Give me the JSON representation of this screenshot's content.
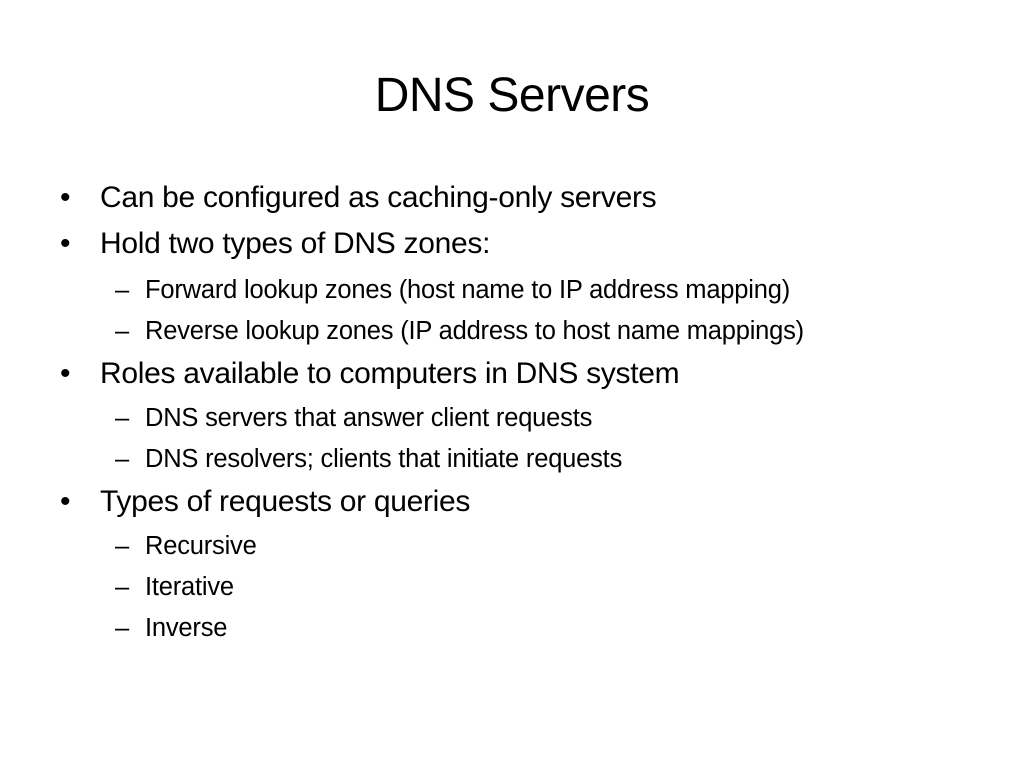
{
  "slide": {
    "title": "DNS Servers",
    "bullet_marker": "•",
    "sub_marker": "–",
    "items": [
      {
        "level": 1,
        "text": "Can be configured as caching-only servers"
      },
      {
        "level": 1,
        "text": "Hold two types of DNS zones:"
      },
      {
        "level": 2,
        "text": "Forward lookup zones (host name to IP address mapping)"
      },
      {
        "level": 2,
        "text": "Reverse lookup zones (IP address to host name mappings)"
      },
      {
        "level": 1,
        "text": "Roles available to computers in DNS system"
      },
      {
        "level": 2,
        "text": "DNS servers that answer client requests"
      },
      {
        "level": 2,
        "text": "DNS resolvers; clients that initiate requests"
      },
      {
        "level": 1,
        "text": "Types of requests or queries"
      },
      {
        "level": 2,
        "text": "Recursive"
      },
      {
        "level": 2,
        "text": "Iterative"
      },
      {
        "level": 2,
        "text": "Inverse"
      }
    ]
  }
}
